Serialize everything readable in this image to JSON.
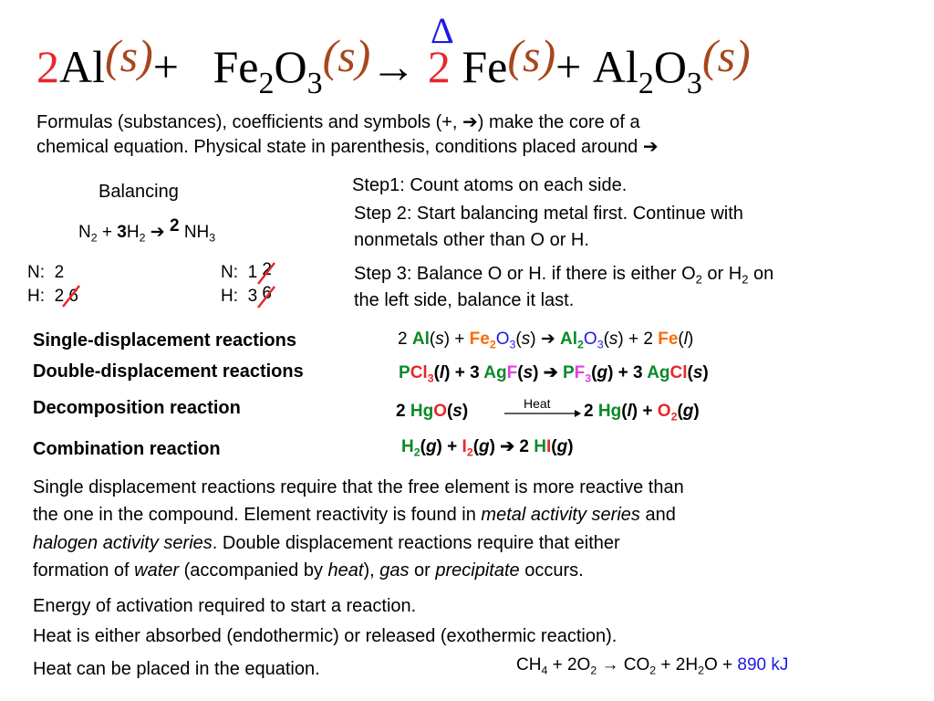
{
  "top_equation": {
    "delta": "Δ",
    "coef_al": "2",
    "al": "Al",
    "state": "(s)",
    "plus": "+",
    "fe": "Fe",
    "sub_2": "2",
    "o": "O",
    "sub_3": "3",
    "arrow": "→",
    "coef_fe": "2",
    "fe_product": "Fe",
    "al_product": "Al"
  },
  "intro": {
    "line1": "Formulas (substances), coefficients and symbols (+, ➔) make the core of a",
    "line2": "chemical equation. Physical state in parenthesis, conditions placed around ➔"
  },
  "balancing": {
    "title": "Balancing",
    "n2": "N",
    "plus": "+",
    "coef_h2": "3",
    "h2": "H",
    "arrow": "➔",
    "coef_nh3": "2",
    "nh3": "NH",
    "sub2": "2",
    "sub3": "3",
    "left_n_label": "N:",
    "left_n_value": "2",
    "left_h_label": "H:",
    "left_h_old": "2",
    "left_h_new": "6",
    "right_n_label": "N:",
    "right_n_old": "1",
    "right_n_new": "2",
    "right_h_label": "H:",
    "right_h_old": "3",
    "right_h_new": "6"
  },
  "steps": {
    "step1": "Step1: Count atoms on each side.",
    "step2_line1": "Step 2: Start balancing metal first. Continue with",
    "step2_line2": "nonmetals other than O or H.",
    "step3_line1_a": "Step 3: Balance O or H. if there is either O",
    "step3_line1_b": " or H",
    "step3_line1_c": " on",
    "step3_line2": "the left side, balance it last."
  },
  "reactions": {
    "single_label": "Single-displacement reactions",
    "double_label": "Double-displacement reactions",
    "decomp_label": "Decomposition reaction",
    "combo_label": "Combination reaction",
    "heat": "Heat"
  },
  "paragraph": {
    "l1": "Single displacement reactions require that the free element is more reactive than",
    "l2_a": "the one in the compound. Element reactivity is found in ",
    "l2_i": "metal activity series",
    "l2_b": " and",
    "l3_i": "halogen activity series",
    "l3_b": ". Double displacement reactions require that either",
    "l4_a": "formation of ",
    "l4_water": "water",
    "l4_b": " (accompanied by ",
    "l4_heat": "heat",
    "l4_c": "), ",
    "l4_gas": "gas",
    "l4_d": " or ",
    "l4_precip": "precipitate",
    "l4_e": " occurs."
  },
  "notes": {
    "activation": "Energy of activation required to start a reaction.",
    "heat_absorbed": "Heat is either absorbed (endothermic) or released (exothermic reaction).",
    "heat_equation": "Heat can be placed in the equation."
  },
  "methane": {
    "ch": "CH",
    "sub4": "4",
    "plus_2o": " + 2O",
    "sub2a": "2",
    "arrow_co": " → CO",
    "sub2b": "2",
    "plus_2h": " + 2H",
    "sub2c": "2",
    "o_plus": "O + ",
    "energy": "890 kJ"
  }
}
